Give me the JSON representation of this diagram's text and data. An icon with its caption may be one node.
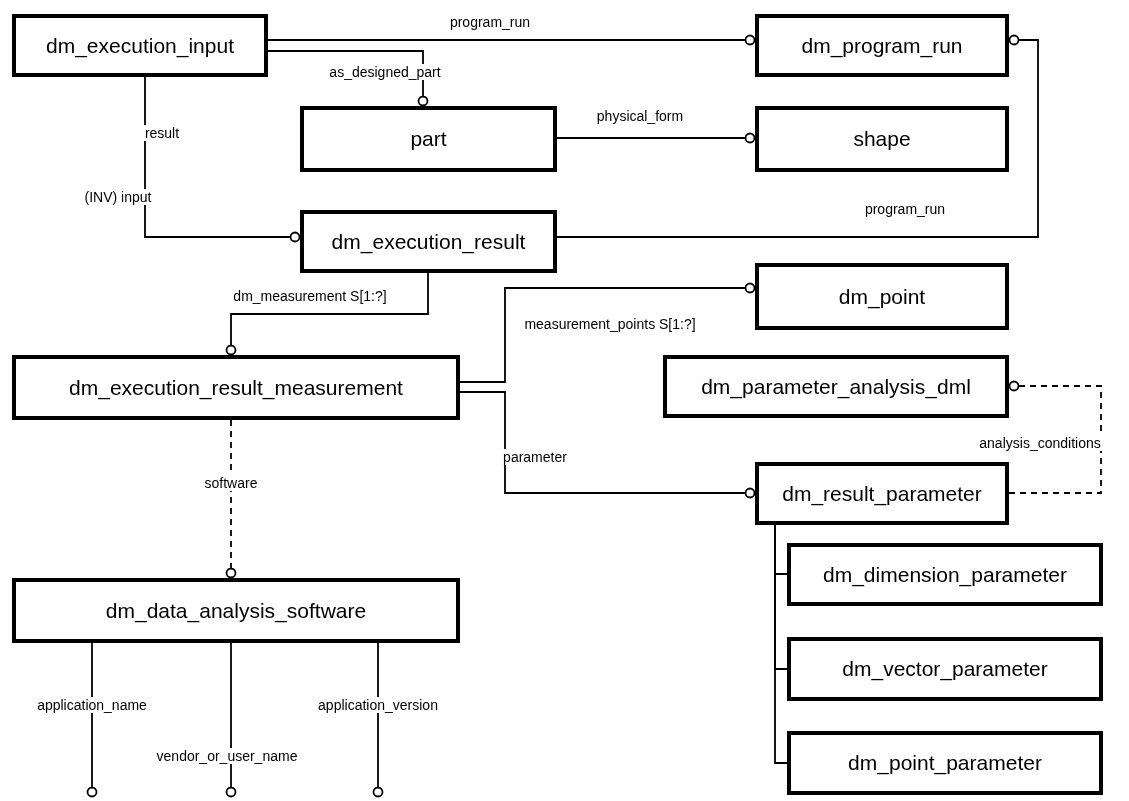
{
  "diagram": {
    "nodes": [
      {
        "text": [
          "dm_execution_input"
        ]
      },
      {
        "text": [
          "dm_program_run"
        ]
      },
      {
        "text": [
          "part"
        ]
      },
      {
        "text": [
          "shape"
        ]
      },
      {
        "text": [
          "dm_execution_result"
        ]
      },
      {
        "text": [
          "dm_point"
        ]
      },
      {
        "text": [
          "dm_execution_result_measurement"
        ]
      },
      {
        "text": [
          "dm_parameter_analysis_dml"
        ]
      },
      {
        "text": [
          "dm_result_parameter"
        ]
      },
      {
        "text": [
          "dm_dimension_parameter"
        ]
      },
      {
        "text": [
          "dm_vector_parameter"
        ]
      },
      {
        "text": [
          "dm_point_parameter"
        ]
      },
      {
        "text": [
          "dm_data_analysis_software"
        ]
      }
    ],
    "edges": [
      {
        "from": 0,
        "to": 1,
        "arrow": "other",
        "label": "program_run"
      },
      {
        "from": 0,
        "to": 2,
        "arrow": "other",
        "label": "as_designed_part"
      },
      {
        "from": 0,
        "to": 4,
        "arrow": "other",
        "label": "result"
      },
      {
        "from": 2,
        "to": 3,
        "arrow": "other",
        "label": "physical_form"
      },
      {
        "from": 4,
        "to": 1,
        "arrow": "other",
        "label": "program_run"
      },
      {
        "from": 4,
        "to": 6,
        "arrow": "other",
        "label": "dm_measurement S[1:?]"
      },
      {
        "from": 6,
        "to": 5,
        "arrow": "other",
        "label": "measurement_points S[1:?]"
      },
      {
        "from": 6,
        "to": 8,
        "arrow": "other",
        "label": "parameter"
      },
      {
        "from": 8,
        "to": 7,
        "arrow": "other",
        "label": "analysis_conditions",
        "style": "dashed"
      },
      {
        "from": 6,
        "to": 12,
        "arrow": "other",
        "label": "software",
        "style": "dashed"
      },
      {
        "from": 8,
        "to": 9,
        "arrow": "none"
      },
      {
        "from": 8,
        "to": 10,
        "arrow": "none"
      },
      {
        "from": 8,
        "to": 11,
        "arrow": "none"
      },
      {
        "from": 12,
        "to": null,
        "arrow": "other",
        "label": "application_name"
      },
      {
        "from": 12,
        "to": null,
        "arrow": "other",
        "label": "vendor_or_user_name"
      },
      {
        "from": 12,
        "to": null,
        "arrow": "other",
        "label": "application_version"
      }
    ],
    "labels": [
      "(INV) input"
    ]
  }
}
